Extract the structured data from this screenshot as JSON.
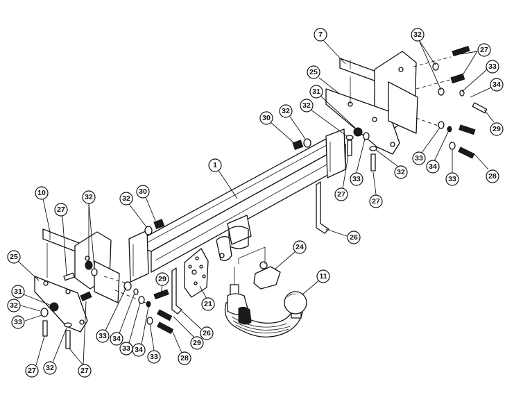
{
  "callouts": {
    "c7": "7",
    "c32_tr": "32",
    "c27_tr": "27",
    "c33_tr": "33",
    "c34_tr": "34",
    "c25_tr": "25",
    "c31_tr": "31",
    "c32_tr2": "32",
    "c30_top": "30",
    "c32_top": "32",
    "c29_tr": "29",
    "c33_r1": "33",
    "c34_r": "34",
    "c33_r2": "33",
    "c28_r": "28",
    "c33_mid": "33",
    "c32_mid": "32",
    "c27_mid1": "27",
    "c27_mid2": "27",
    "c1": "1",
    "c26_r": "26",
    "c24": "24",
    "c11": "11",
    "c10": "10",
    "c27_l": "27",
    "c32_l": "32",
    "c32_lm": "32",
    "c30_l": "30",
    "c25_l": "25",
    "c31_l": "31",
    "c32_ll": "32",
    "c33_ll": "33",
    "c27_lb1": "27",
    "c32_lb": "32",
    "c27_lb2": "27",
    "c33_b1": "33",
    "c34_b1": "34",
    "c33_b2": "33",
    "c34_b2": "34",
    "c33_b3": "33",
    "c29_b1": "29",
    "c28_b": "28",
    "c29_b2": "29",
    "c21": "21",
    "c26_b": "26"
  }
}
